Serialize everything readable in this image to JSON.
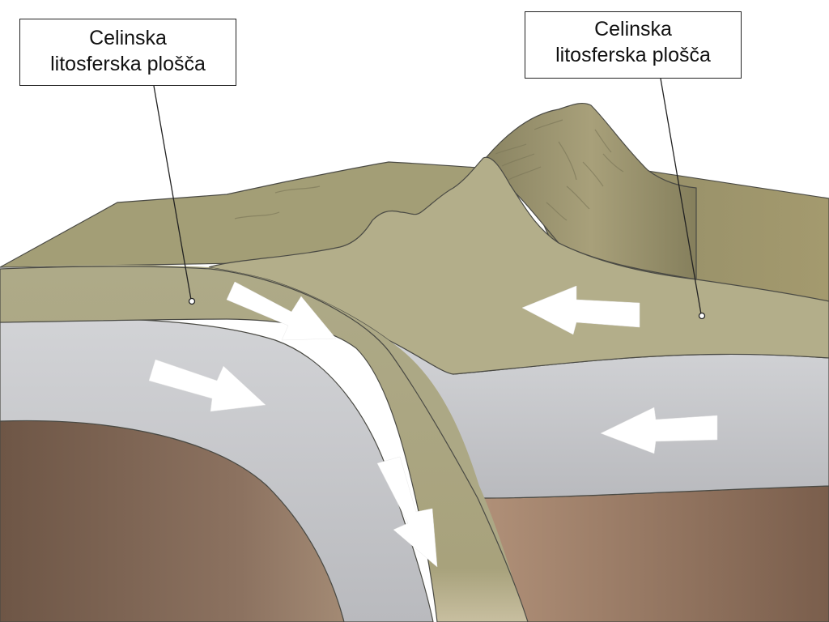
{
  "labels": {
    "left_plate": {
      "line1": "Celinska",
      "line2": "litosferska plošča"
    },
    "right_plate": {
      "line1": "Celinska",
      "line2": "litosferska plošča"
    }
  },
  "colors": {
    "background": "#ffffff",
    "lithosphere": "#aca885",
    "lithosphere_dark": "#9a9675",
    "land_surface": "#a39e76",
    "mountain": "#b3ae8a",
    "asthenosphere": "#cacbcf",
    "mantle": "#8a6e5a",
    "arrow": "#ffffff",
    "outline": "#4a4a44"
  },
  "arrows": [
    {
      "name": "arrow-left-plate-surface",
      "direction": "down-right"
    },
    {
      "name": "arrow-left-asthenosphere",
      "direction": "right"
    },
    {
      "name": "arrow-subducting-slab",
      "direction": "down"
    },
    {
      "name": "arrow-right-plate",
      "direction": "left"
    },
    {
      "name": "arrow-right-asthenosphere",
      "direction": "left"
    }
  ]
}
